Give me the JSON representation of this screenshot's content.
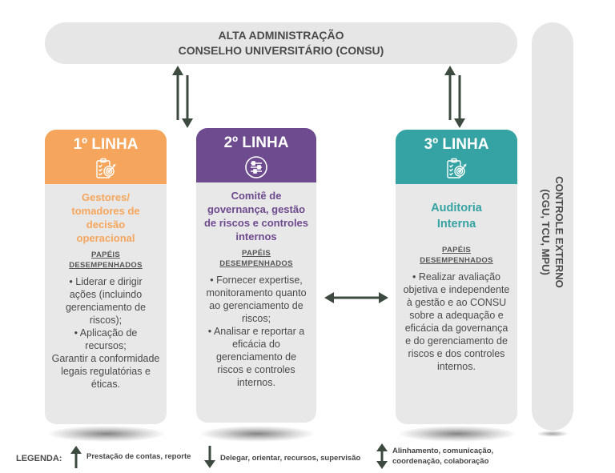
{
  "top": {
    "line1": "ALTA ADMINISTRAÇÃO",
    "line2": "CONSELHO UNIVERSITÁRIO (CONSU)"
  },
  "external": {
    "line1": "CONTROLE EXTERNO",
    "line2": "(CGU, TCU, MPU)"
  },
  "colors": {
    "first_line": "#f6a65c",
    "second_line": "#6e4a8e",
    "third_line": "#35a3a3",
    "panel_gray": "#e6e6e6",
    "arrow": "#3d4a3f"
  },
  "lines": [
    {
      "title": "1º LINHA",
      "icon": "clipboard-target-icon",
      "subtitle": "Gestores/ tomadores de decisão operacional",
      "roles_label_1": "PAPÉIS",
      "roles_label_2": "DESEMPENHADOS",
      "items": [
        "• Liderar e dirigir ações (incluindo gerenciamento de riscos);",
        "• Aplicação de recursos;",
        "Garantir a conformidade legais regulatórias e éticas."
      ]
    },
    {
      "title": "2º LINHA",
      "icon": "sliders-icon",
      "subtitle": "Comitê de governança, gestão de riscos e controles internos",
      "roles_label_1": "PAPÉIS",
      "roles_label_2": "DESEMPENHADOS",
      "items": [
        "• Fornecer expertise, monitoramento quanto ao gerenciamento de riscos;",
        "• Analisar e reportar a eficácia do gerenciamento de riscos e controles internos."
      ]
    },
    {
      "title": "3º LINHA",
      "icon": "clipboard-target-icon",
      "subtitle": "Auditoria Interna",
      "roles_label_1": "PAPÉIS",
      "roles_label_2": "DESEMPENHADOS",
      "items": [
        "• Realizar avaliação objetiva e independente à gestão e ao CONSU sobre a adequação e eficácia da governança e do gerenciamento de riscos e dos controles internos."
      ]
    }
  ],
  "legend": {
    "label": "LEGENDA:",
    "up": "Prestação de contas, reporte",
    "down": "Delegar, orientar, recursos, supervisão",
    "both_1": "Alinhamento, comunicação,",
    "both_2": "coordenação, colaboração"
  }
}
